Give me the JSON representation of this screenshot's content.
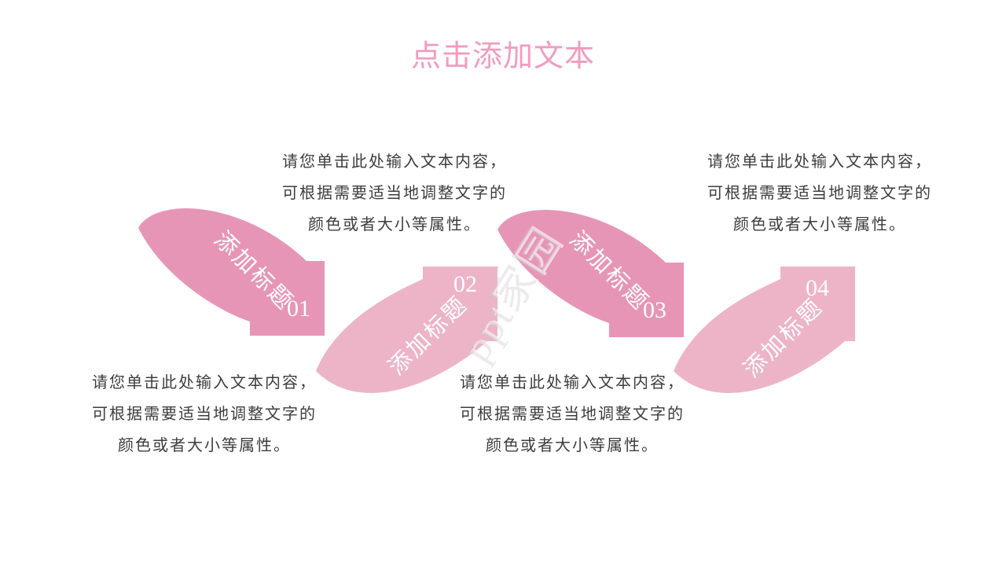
{
  "title": {
    "text": "点击添加文本"
  },
  "watermark": {
    "text": "ppt家园"
  },
  "steps": [
    {
      "number": "01",
      "label": "添加标题",
      "color": "#E795B7",
      "arrow_direction": "swoosh-down-right",
      "description_position": "below-left",
      "description": [
        "请您单击此处输入文本内容，",
        "可根据需要适当地调整文字的",
        "颜色或者大小等属性。"
      ]
    },
    {
      "number": "02",
      "label": "添加标题",
      "color": "#EDB4C8",
      "arrow_direction": "swoosh-up-right",
      "description_position": "above-left",
      "description": [
        "请您单击此处输入文本内容，",
        "可根据需要适当地调整文字的",
        "颜色或者大小等属性。"
      ]
    },
    {
      "number": "03",
      "label": "添加标题",
      "color": "#E795B7",
      "arrow_direction": "swoosh-down-right",
      "description_position": "below-middle",
      "description": [
        "请您单击此处输入文本内容，",
        "可根据需要适当地调整文字的",
        "颜色或者大小等属性。"
      ]
    },
    {
      "number": "04",
      "label": "添加标题",
      "color": "#EDB4C8",
      "arrow_direction": "swoosh-up-right",
      "description_position": "above-right",
      "description": [
        "请您单击此处输入文本内容，",
        "可根据需要适当地调整文字的",
        "颜色或者大小等属性。"
      ]
    }
  ],
  "colors": {
    "background": "#FFFFFF",
    "title_text": "#F19CBF",
    "body_text": "#3D3D3D",
    "arrow_dark_pink": "#E795B7",
    "arrow_light_pink": "#EDB4C8",
    "arrow_text": "#FFFFFF"
  }
}
